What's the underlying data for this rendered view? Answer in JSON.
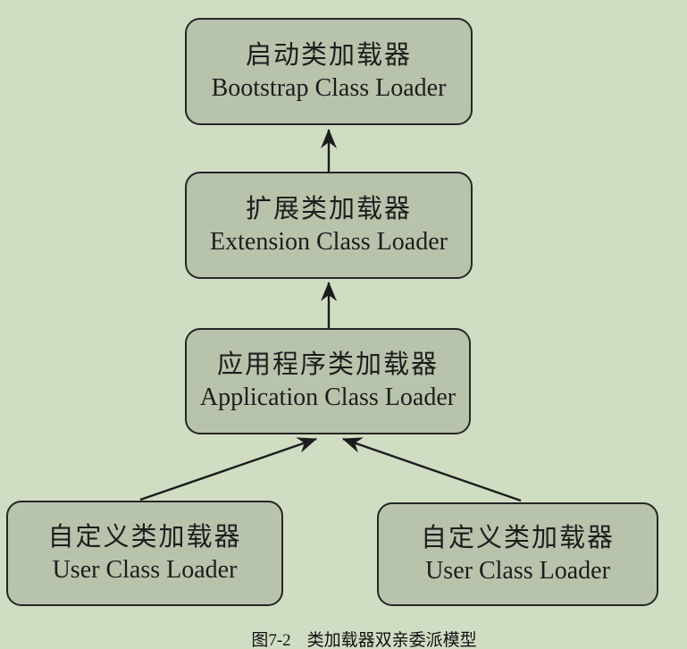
{
  "colors": {
    "background": "#cfddc3",
    "box_fill": "#b7c3ab",
    "border": "#262626",
    "text": "#1d1d1d",
    "arrow": "#1c1c1c"
  },
  "nodes": [
    {
      "id": "bootstrap",
      "zh": "启动类加载器",
      "en": "Bootstrap Class Loader"
    },
    {
      "id": "extension",
      "zh": "扩展类加载器",
      "en": "Extension Class Loader"
    },
    {
      "id": "application",
      "zh": "应用程序类加载器",
      "en": "Application Class Loader"
    },
    {
      "id": "user-left",
      "zh": "自定义类加载器",
      "en": "User Class Loader"
    },
    {
      "id": "user-right",
      "zh": "自定义类加载器",
      "en": "User Class Loader"
    }
  ],
  "arrows": [
    {
      "from": "extension",
      "to": "bootstrap"
    },
    {
      "from": "application",
      "to": "extension"
    },
    {
      "from": "user-left",
      "to": "application"
    },
    {
      "from": "user-right",
      "to": "application"
    }
  ],
  "caption": {
    "label": "图7-2",
    "title": "类加载器双亲委派模型"
  }
}
